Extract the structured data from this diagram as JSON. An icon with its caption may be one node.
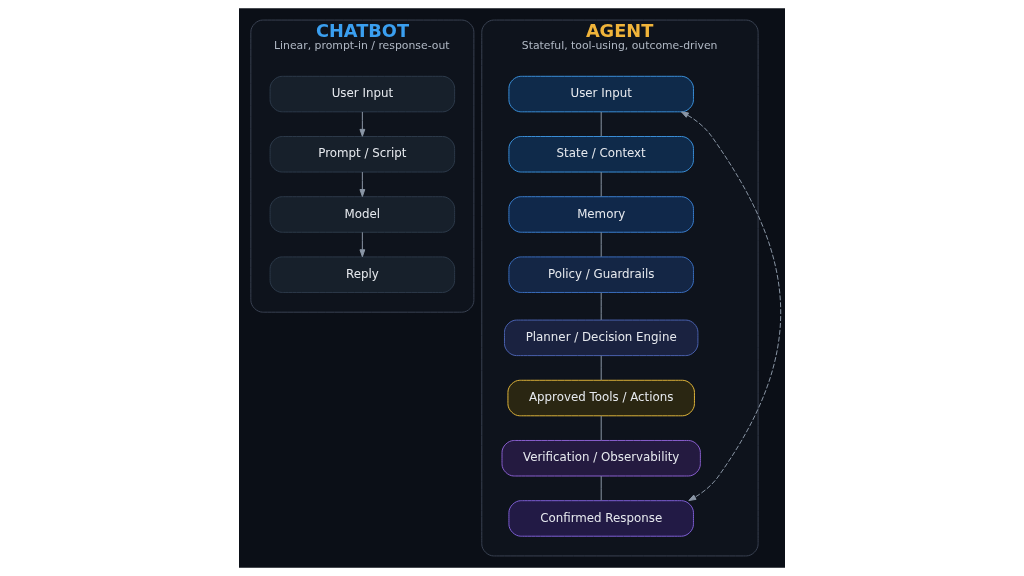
{
  "diagram": {
    "nodes": [
      {
        "text": [
          "CHATBOT",
          "Linear, prompt-in / response-out"
        ]
      },
      {
        "text": [
          "User Input"
        ],
        "in": 0
      },
      {
        "text": [
          "Prompt / Script"
        ],
        "in": 0
      },
      {
        "text": [
          "Model"
        ],
        "in": 0
      },
      {
        "text": [
          "Reply"
        ],
        "in": 0
      },
      {
        "text": [
          "AGENT",
          "Stateful, tool-using, outcome-driven"
        ]
      },
      {
        "text": [
          "User Input"
        ],
        "in": 5
      },
      {
        "text": [
          "State / Context"
        ],
        "in": 5
      },
      {
        "text": [
          "Memory"
        ],
        "in": 5
      },
      {
        "text": [
          "Policy / Guardrails"
        ],
        "in": 5
      },
      {
        "text": [
          "Planner / Decision Engine"
        ],
        "in": 5
      },
      {
        "text": [
          "Approved Tools / Actions"
        ],
        "in": 5
      },
      {
        "text": [
          "Verification / Observability"
        ],
        "in": 5
      },
      {
        "text": [
          "Confirmed Response"
        ],
        "in": 5
      }
    ],
    "edges": [
      {
        "from": 1,
        "to": 2,
        "arrow": "to"
      },
      {
        "from": 2,
        "to": 3,
        "arrow": "to"
      },
      {
        "from": 3,
        "to": 4,
        "arrow": "to"
      },
      {
        "from": 6,
        "to": 7,
        "arrow": "none"
      },
      {
        "from": 7,
        "to": 8,
        "arrow": "none"
      },
      {
        "from": 8,
        "to": 9,
        "arrow": "none"
      },
      {
        "from": 9,
        "to": 10,
        "arrow": "none"
      },
      {
        "from": 10,
        "to": 11,
        "arrow": "none"
      },
      {
        "from": 11,
        "to": 12,
        "arrow": "none"
      },
      {
        "from": 12,
        "to": 13,
        "arrow": "none"
      },
      {
        "from": 6,
        "to": 13,
        "arrow": "both",
        "style": "dashed"
      }
    ]
  }
}
